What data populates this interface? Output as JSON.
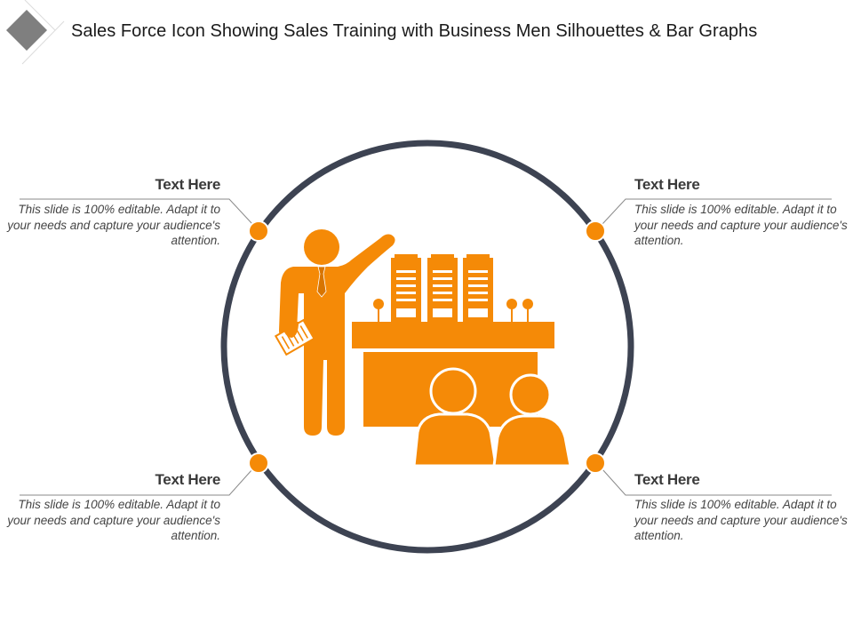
{
  "title": "Sales Force Icon Showing Sales Training with Business Men Silhouettes & Bar Graphs",
  "colors": {
    "accent": "#f58a07",
    "ring": "#3d4352",
    "connector": "#8a8a8a",
    "deco_diamond": "#7f7f7f"
  },
  "callouts": [
    {
      "position": "top-left",
      "heading": "Text Here",
      "body": "This slide is 100% editable.  Adapt it to your needs and capture your audience's attention."
    },
    {
      "position": "top-right",
      "heading": "Text Here",
      "body": "This slide is 100% editable.  Adapt it to your needs and capture your audience's attention."
    },
    {
      "position": "bottom-left",
      "heading": "Text Here",
      "body": "This slide is 100% editable.  Adapt it to your needs and capture your audience's attention."
    },
    {
      "position": "bottom-right",
      "heading": "Text Here",
      "body": "This slide is 100% editable.  Adapt it to your needs and capture your audience's attention."
    }
  ],
  "illustration": {
    "icon": "sales-training-icon",
    "elements": [
      "presenter-figure",
      "document",
      "building-bar-graphs",
      "podium-desk",
      "audience-figures"
    ]
  }
}
